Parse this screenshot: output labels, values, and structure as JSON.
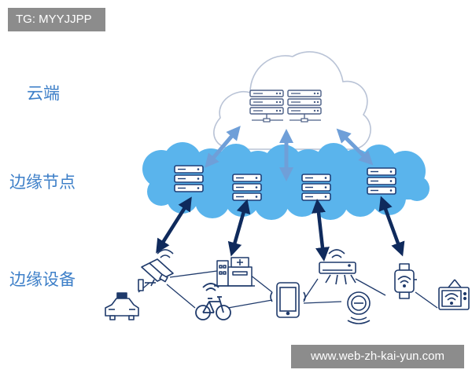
{
  "watermark_tag": "TG: MYYJJPP",
  "watermark_site": "www.web-zh-kai-yun.com",
  "layers": {
    "cloud": "云端",
    "edge_node": "边缘节点",
    "edge_device": "边缘设备"
  },
  "colors": {
    "layer_text": "#3d7fc8",
    "edge_cloud_fill": "#5ab4ec",
    "cloud_outline": "#b9c3d6",
    "server_stroke": "#1e3f78",
    "device_stroke": "#1f3a6b",
    "arrow_dark": "#0f2a5c",
    "arrow_light": "#6f9fd8",
    "watermark_bg": "#8c8c8c"
  },
  "icons": [
    "server-icon",
    "camera-icon",
    "car-icon",
    "hospital-icon",
    "bicycle-icon",
    "phone-icon",
    "air-conditioner-icon",
    "robot-vacuum-icon",
    "smartwatch-icon",
    "tv-icon"
  ]
}
